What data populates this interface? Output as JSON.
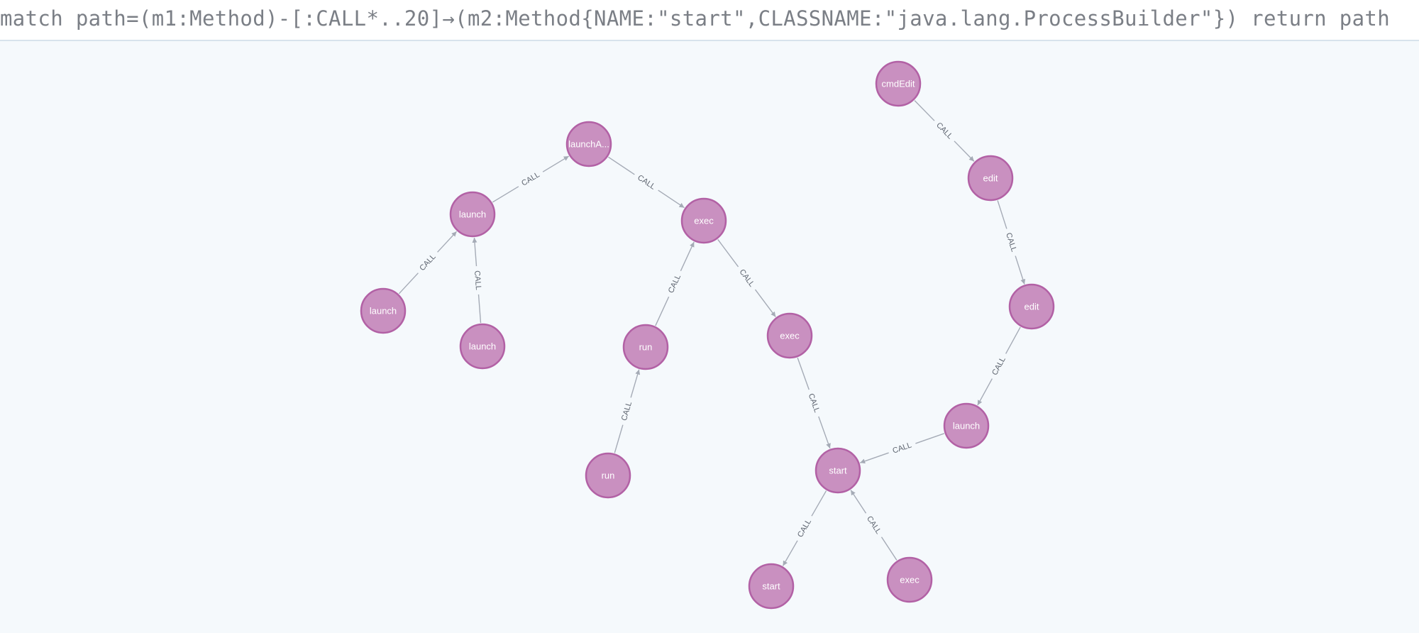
{
  "query": {
    "text": "match path=(m1:Method)-[:CALL*..20]→(m2:Method{NAME:\"start\",CLASSNAME:\"java.lang.ProcessBuilder\"}) return path"
  },
  "graph": {
    "colors": {
      "node_fill": "#c990c0",
      "node_stroke": "#b261a5",
      "edge": "#a5abb6",
      "background": "#f5f9fc"
    },
    "nodes": [
      {
        "id": "n_launch_a",
        "label": "launch"
      },
      {
        "id": "n_launch_b",
        "label": "launch"
      },
      {
        "id": "n_launch_c",
        "label": "launch"
      },
      {
        "id": "n_launchA",
        "label": "launchA..."
      },
      {
        "id": "n_exec_a",
        "label": "exec"
      },
      {
        "id": "n_run_a",
        "label": "run"
      },
      {
        "id": "n_run_b",
        "label": "run"
      },
      {
        "id": "n_exec_b",
        "label": "exec"
      },
      {
        "id": "n_start_a",
        "label": "start"
      },
      {
        "id": "n_start_b",
        "label": "start"
      },
      {
        "id": "n_exec_c",
        "label": "exec"
      },
      {
        "id": "n_cmdEdit",
        "label": "cmdEdit"
      },
      {
        "id": "n_edit_a",
        "label": "edit"
      },
      {
        "id": "n_edit_b",
        "label": "edit"
      },
      {
        "id": "n_launch_d",
        "label": "launch"
      }
    ],
    "edges": [
      {
        "from": "n_launch_b",
        "to": "n_launch_a",
        "label": "CALL"
      },
      {
        "from": "n_launch_c",
        "to": "n_launch_a",
        "label": "CALL"
      },
      {
        "from": "n_launch_a",
        "to": "n_launchA",
        "label": "CALL"
      },
      {
        "from": "n_launchA",
        "to": "n_exec_a",
        "label": "CALL"
      },
      {
        "from": "n_run_a",
        "to": "n_exec_a",
        "label": "CALL"
      },
      {
        "from": "n_run_b",
        "to": "n_run_a",
        "label": "CALL"
      },
      {
        "from": "n_exec_a",
        "to": "n_exec_b",
        "label": "CALL"
      },
      {
        "from": "n_exec_b",
        "to": "n_start_a",
        "label": "CALL"
      },
      {
        "from": "n_start_a",
        "to": "n_start_b",
        "label": "CALL"
      },
      {
        "from": "n_exec_c",
        "to": "n_start_a",
        "label": "CALL"
      },
      {
        "from": "n_cmdEdit",
        "to": "n_edit_a",
        "label": "CALL"
      },
      {
        "from": "n_edit_a",
        "to": "n_edit_b",
        "label": "CALL"
      },
      {
        "from": "n_edit_b",
        "to": "n_launch_d",
        "label": "CALL"
      },
      {
        "from": "n_launch_d",
        "to": "n_start_a",
        "label": "CALL"
      }
    ]
  }
}
